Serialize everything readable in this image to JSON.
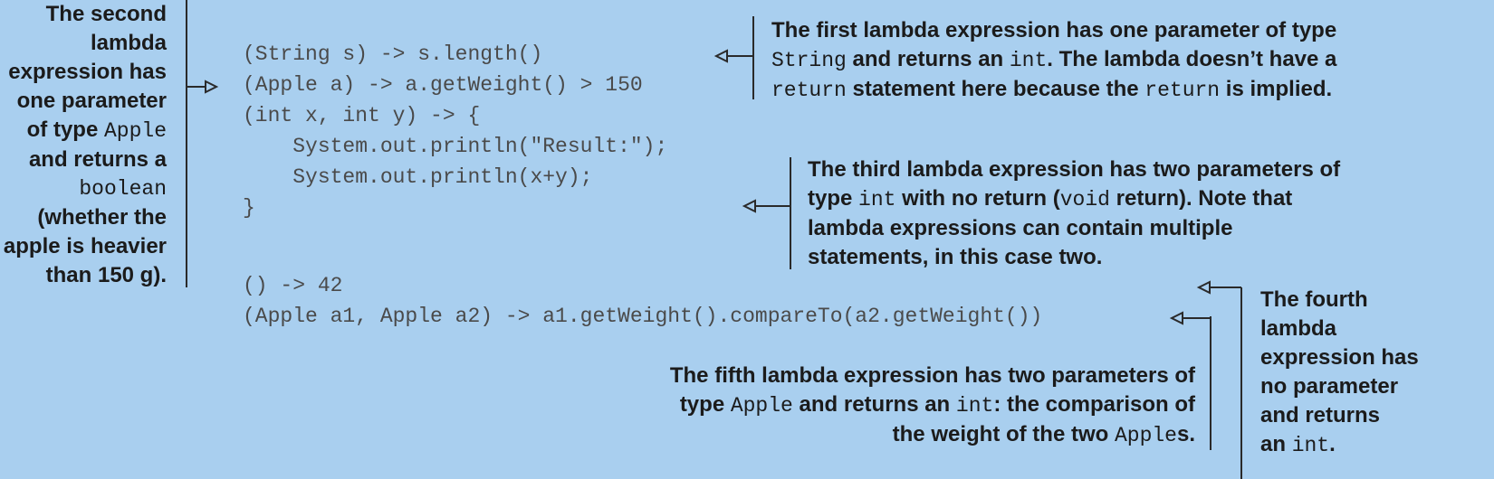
{
  "code": {
    "lines": [
      "(String s) -> s.length()",
      "(Apple a) -> a.getWeight() > 150",
      "(int x, int y) -> {",
      "    System.out.println(\"Result:\");",
      "    System.out.println(x+y);",
      "}",
      "() -> 42",
      "(Apple a1, Apple a2) -> a1.getWeight().compareTo(a2.getWeight())"
    ]
  },
  "annotations": {
    "first": {
      "l1a": "The first lambda expression has one parameter of type",
      "l2a": "String",
      "l2b": " and returns an ",
      "l2c": "int",
      "l2d": ". The lambda doesn’t have a",
      "l3a": "return",
      "l3b": " statement here because the ",
      "l3c": "return",
      "l3d": " is implied."
    },
    "second": {
      "l1": "The second",
      "l2": "lambda",
      "l3": "expression has",
      "l4": "one parameter",
      "l5a": "of type ",
      "l5b": "Apple",
      "l6": "and returns a",
      "l7": "boolean",
      "l8": "(whether the",
      "l9": "apple is heavier",
      "l10": "than 150 g)."
    },
    "third": {
      "l1": "The third lambda expression has two parameters of",
      "l2a": "type ",
      "l2b": "int",
      "l2c": " with no return (",
      "l2d": "void",
      "l2e": " return). Note that",
      "l3": "lambda expressions can contain multiple",
      "l4": "statements, in this case two."
    },
    "fourth": {
      "l1": "The fourth",
      "l2": "lambda",
      "l3": "expression has",
      "l4": "no parameter",
      "l5": "and returns",
      "l6a": "an ",
      "l6b": "int",
      "l6c": "."
    },
    "fifth": {
      "l1": "The fifth lambda expression has two parameters of",
      "l2a": "type ",
      "l2b": "Apple",
      "l2c": " and returns an ",
      "l2d": "int",
      "l2e": ": the comparison of",
      "l3a": "the weight of the two ",
      "l3b": "Apple",
      "l3c": "s."
    }
  }
}
